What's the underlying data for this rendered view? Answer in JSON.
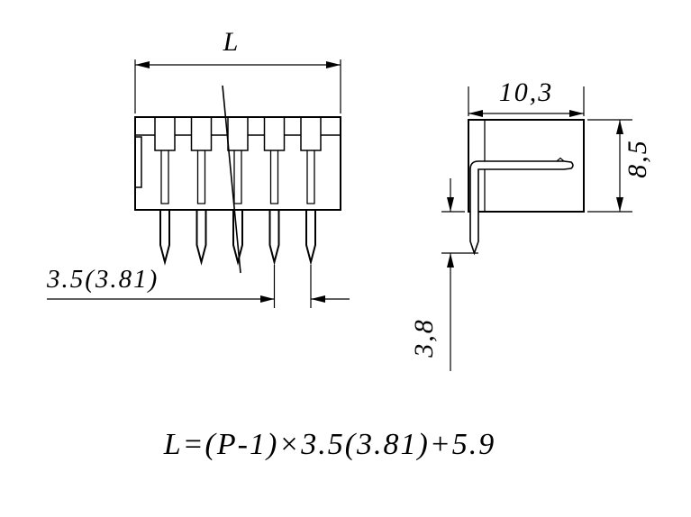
{
  "page": {
    "background": "#ffffff",
    "line_color": "#000000"
  },
  "front_view": {
    "dim_length": "L",
    "dim_pitch": "3.5(3.81)"
  },
  "side_view": {
    "dim_width": "10,3",
    "dim_height": "8,5",
    "dim_pin_protrusion": "3,8"
  },
  "formula": "L=(P-1)×3.5(3.81)+5.9"
}
